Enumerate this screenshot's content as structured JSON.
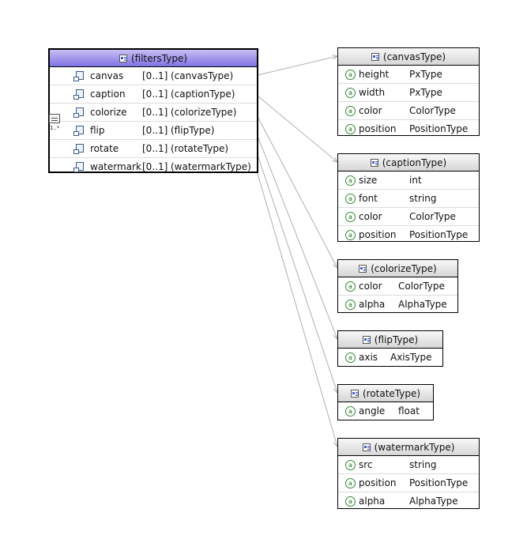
{
  "filters": {
    "title": "(filtersType)",
    "multiplicity": "1..*",
    "elements": [
      {
        "name": "canvas",
        "card": "[0..1]",
        "type": "(canvasType)"
      },
      {
        "name": "caption",
        "card": "[0..1]",
        "type": "(captionType)"
      },
      {
        "name": "colorize",
        "card": "[0..1]",
        "type": "(colorizeType)"
      },
      {
        "name": "flip",
        "card": "[0..1]",
        "type": "(flipType)"
      },
      {
        "name": "rotate",
        "card": "[0..1]",
        "type": "(rotateType)"
      },
      {
        "name": "watermark",
        "card": "[0..1]",
        "type": "(watermarkType)"
      }
    ]
  },
  "types": [
    {
      "title": "(canvasType)",
      "attrs": [
        {
          "name": "height",
          "type": "PxType"
        },
        {
          "name": "width",
          "type": "PxType"
        },
        {
          "name": "color",
          "type": "ColorType"
        },
        {
          "name": "position",
          "type": "PositionType"
        }
      ]
    },
    {
      "title": "(captionType)",
      "attrs": [
        {
          "name": "size",
          "type": "int"
        },
        {
          "name": "font",
          "type": "string"
        },
        {
          "name": "color",
          "type": "ColorType"
        },
        {
          "name": "position",
          "type": "PositionType"
        }
      ]
    },
    {
      "title": "(colorizeType)",
      "attrs": [
        {
          "name": "color",
          "type": "ColorType"
        },
        {
          "name": "alpha",
          "type": "AlphaType"
        }
      ]
    },
    {
      "title": "(flipType)",
      "attrs": [
        {
          "name": "axis",
          "type": "AxisType"
        }
      ]
    },
    {
      "title": "(rotateType)",
      "attrs": [
        {
          "name": "angle",
          "type": "float"
        }
      ]
    },
    {
      "title": "(watermarkType)",
      "attrs": [
        {
          "name": "src",
          "type": "string"
        },
        {
          "name": "position",
          "type": "PositionType"
        },
        {
          "name": "alpha",
          "type": "AlphaType"
        }
      ]
    }
  ],
  "icons": {
    "attribute": "attribute-icon",
    "element": "element-icon",
    "type": "complex-type-icon",
    "sequence": "sequence-icon"
  },
  "colors": {
    "main_header_top": "#c7c0f2",
    "main_header_bottom": "#7f72e4",
    "attr_icon": "#2f8a2f",
    "connector": "#b0b0b0"
  }
}
